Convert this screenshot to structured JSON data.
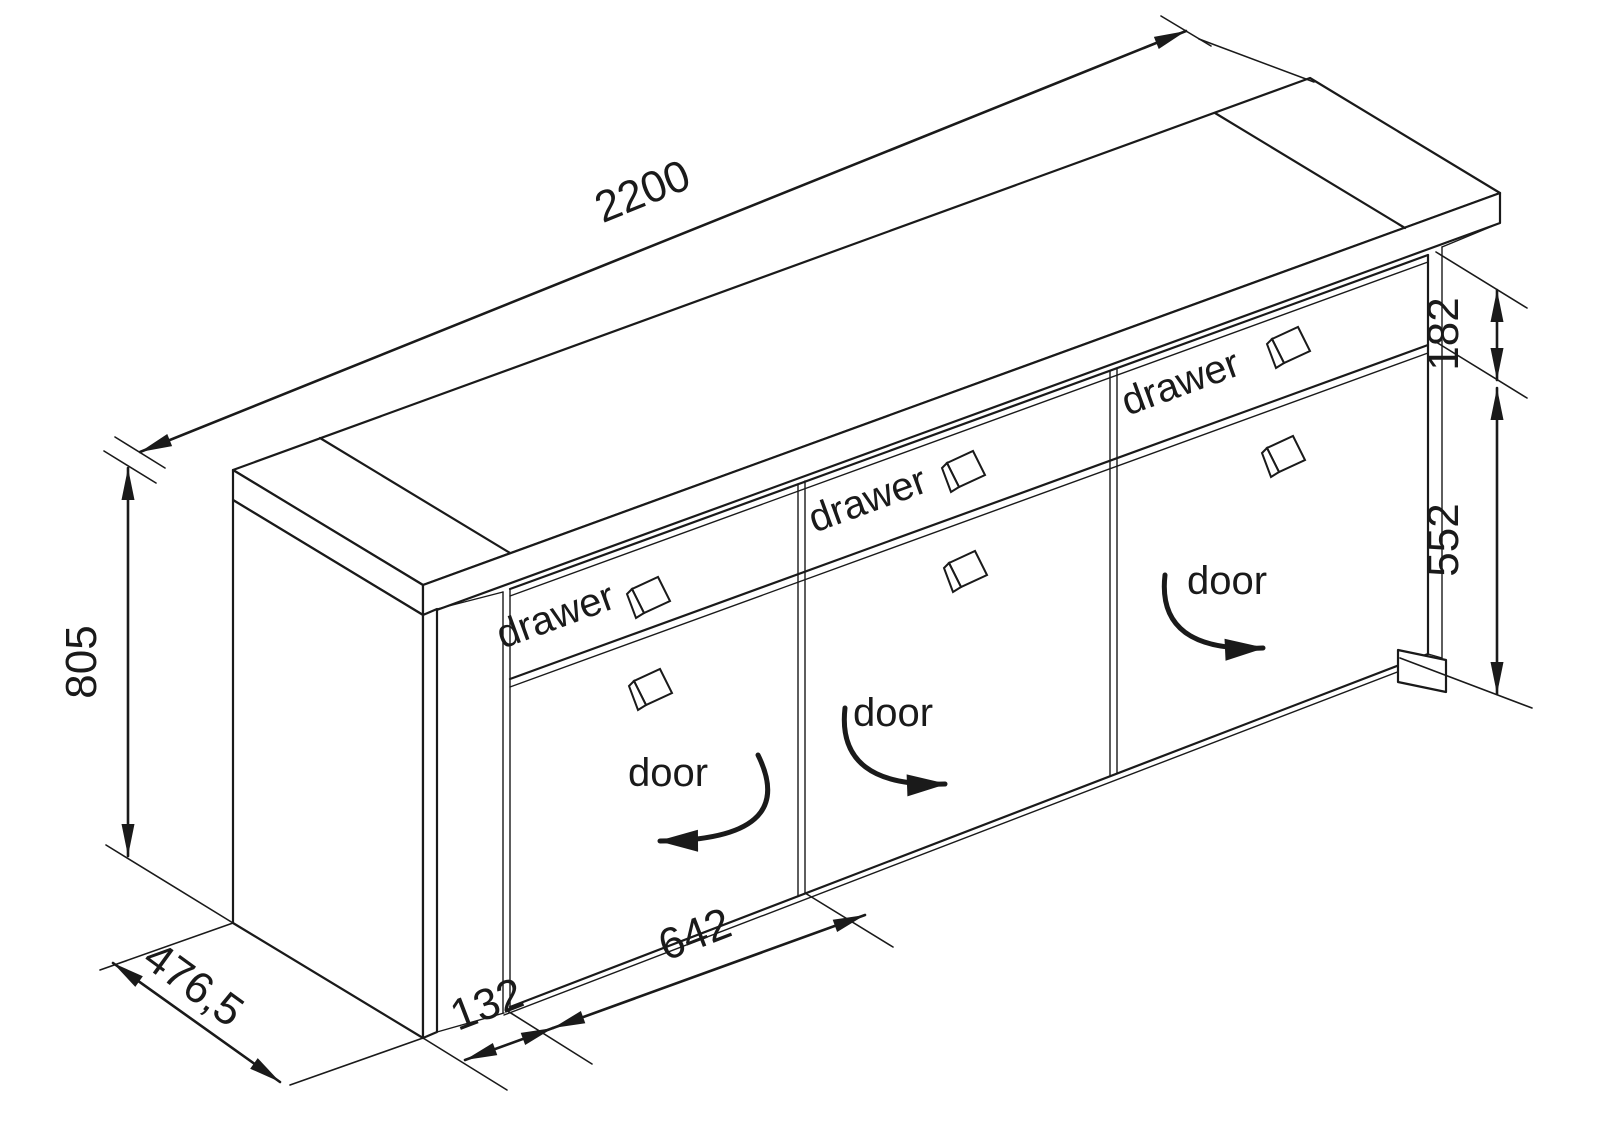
{
  "diagram": {
    "kind": "furniture-dimension-drawing",
    "subject": "sideboard with three drawers and three doors",
    "colors": {
      "line": "#1a1a1a",
      "background": "#ffffff"
    },
    "dimensions": {
      "total_width": "2200",
      "total_height": "805",
      "total_depth": "476,5",
      "side_section_width": "132",
      "door_width": "642",
      "drawer_front_height": "182",
      "door_front_height": "552"
    },
    "parts": {
      "drawers": [
        {
          "label": "drawer"
        },
        {
          "label": "drawer"
        },
        {
          "label": "drawer"
        }
      ],
      "doors": [
        {
          "label": "door"
        },
        {
          "label": "door"
        },
        {
          "label": "door"
        }
      ]
    }
  }
}
